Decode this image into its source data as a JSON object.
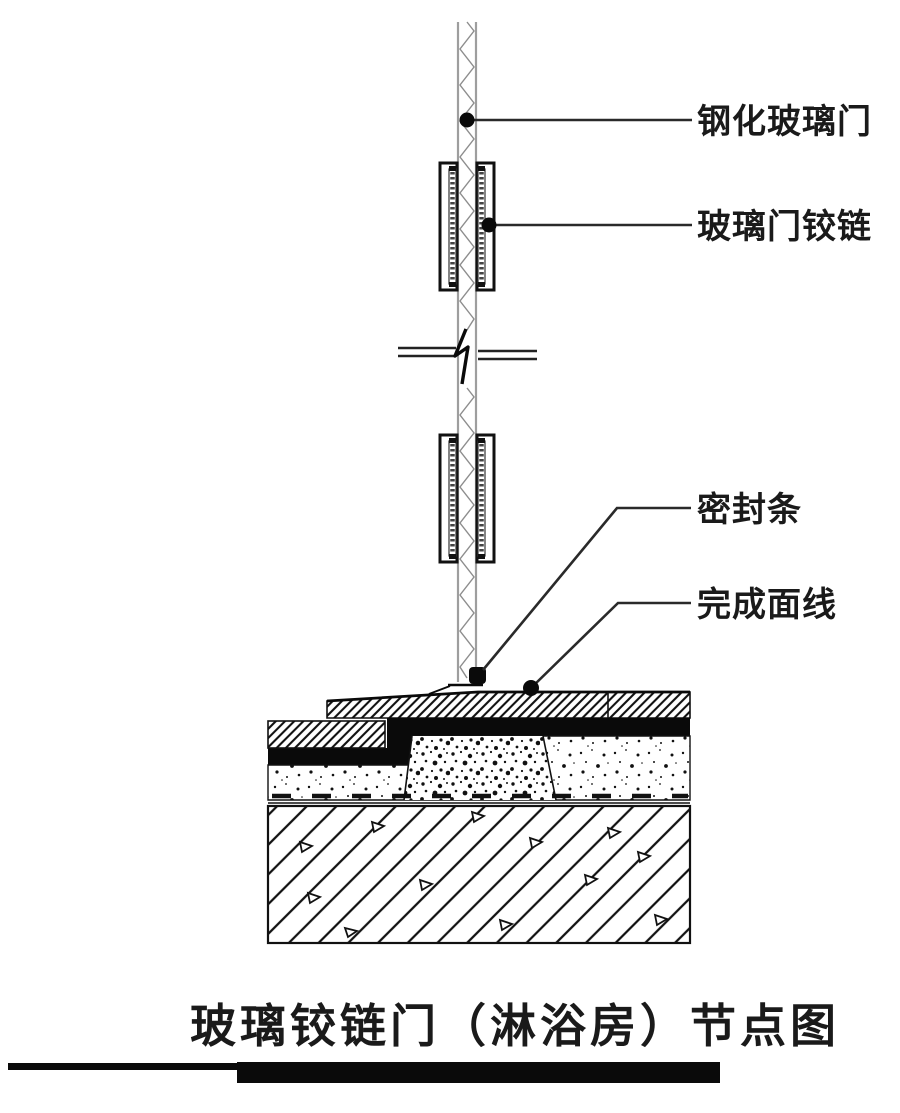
{
  "drawing": {
    "type": "architectural-detail-drawing",
    "callouts": {
      "tempered_glass_door": "钢化玻璃门",
      "glass_door_hinge": "玻璃门铰链",
      "sealing_strip": "密封条",
      "finished_surface_line": "完成面线"
    },
    "title": "玻璃铰链门（淋浴房）节点图",
    "colors": {
      "line": "#1a1a1a",
      "glass_edge": "#9e9e9e",
      "fill_black": "#0a0a0a",
      "background": "#ffffff"
    }
  }
}
